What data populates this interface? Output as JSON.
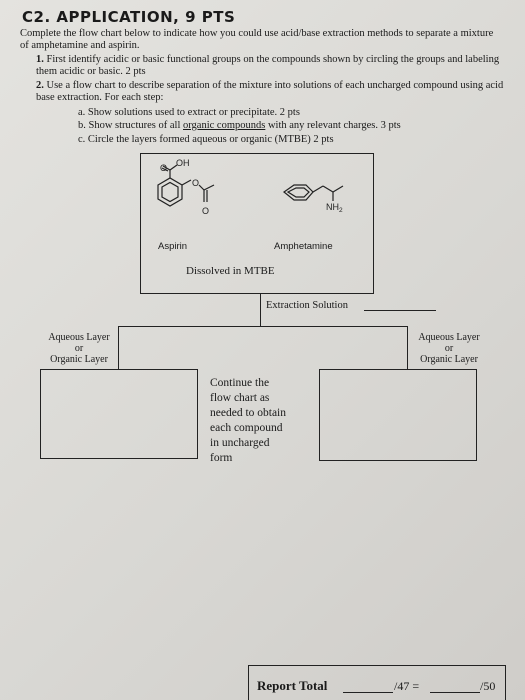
{
  "title": "C2. APPLICATION, 9 PTS",
  "intro": "Complete the flow chart below to indicate how you could use acid/base extraction methods to separate a mixture of amphetamine and aspirin.",
  "items": [
    {
      "num": "1.",
      "text": "First identify acidic or basic functional groups on the compounds shown by circling the groups and labeling them acidic or basic. 2 pts"
    },
    {
      "num": "2.",
      "text": "Use a flow chart to describe separation of the mixture into solutions of each uncharged compound using acid base extraction. For each step:"
    }
  ],
  "subitems": [
    {
      "letter": "a.",
      "text_before": "Show solutions used to extract or precipitate. 2 pts",
      "text_u": "",
      "text_after": ""
    },
    {
      "letter": "b.",
      "text_before": "Show structures of all ",
      "text_u": "organic compounds",
      "text_after": " with any relevant charges. 3 pts"
    },
    {
      "letter": "c.",
      "text_before": "Circle the layers formed aqueous or organic (MTBE) 2 pts",
      "text_u": "",
      "text_after": ""
    }
  ],
  "molecules": {
    "aspirin_label": "Aspirin",
    "amphetamine_label": "Amphetamine",
    "oh_label": "OH",
    "o_label": "O",
    "nh2_label": "NH",
    "nh2_sub": "2"
  },
  "dissolved_text": "Dissolved in MTBE",
  "extraction_label": "Extraction Solution",
  "left_layer": {
    "line1": "Aqueous Layer",
    "line2": "or",
    "line3": "Organic Layer"
  },
  "right_layer": {
    "line1": "Aqueous Layer",
    "line2": "or",
    "line3": "Organic Layer"
  },
  "continue_lines": [
    "Continue the",
    "flow chart as",
    "needed to obtain",
    "each compound",
    "in uncharged",
    "form"
  ],
  "report": {
    "label": "Report Total",
    "score_total": "/47 =",
    "final_total": "/50"
  }
}
